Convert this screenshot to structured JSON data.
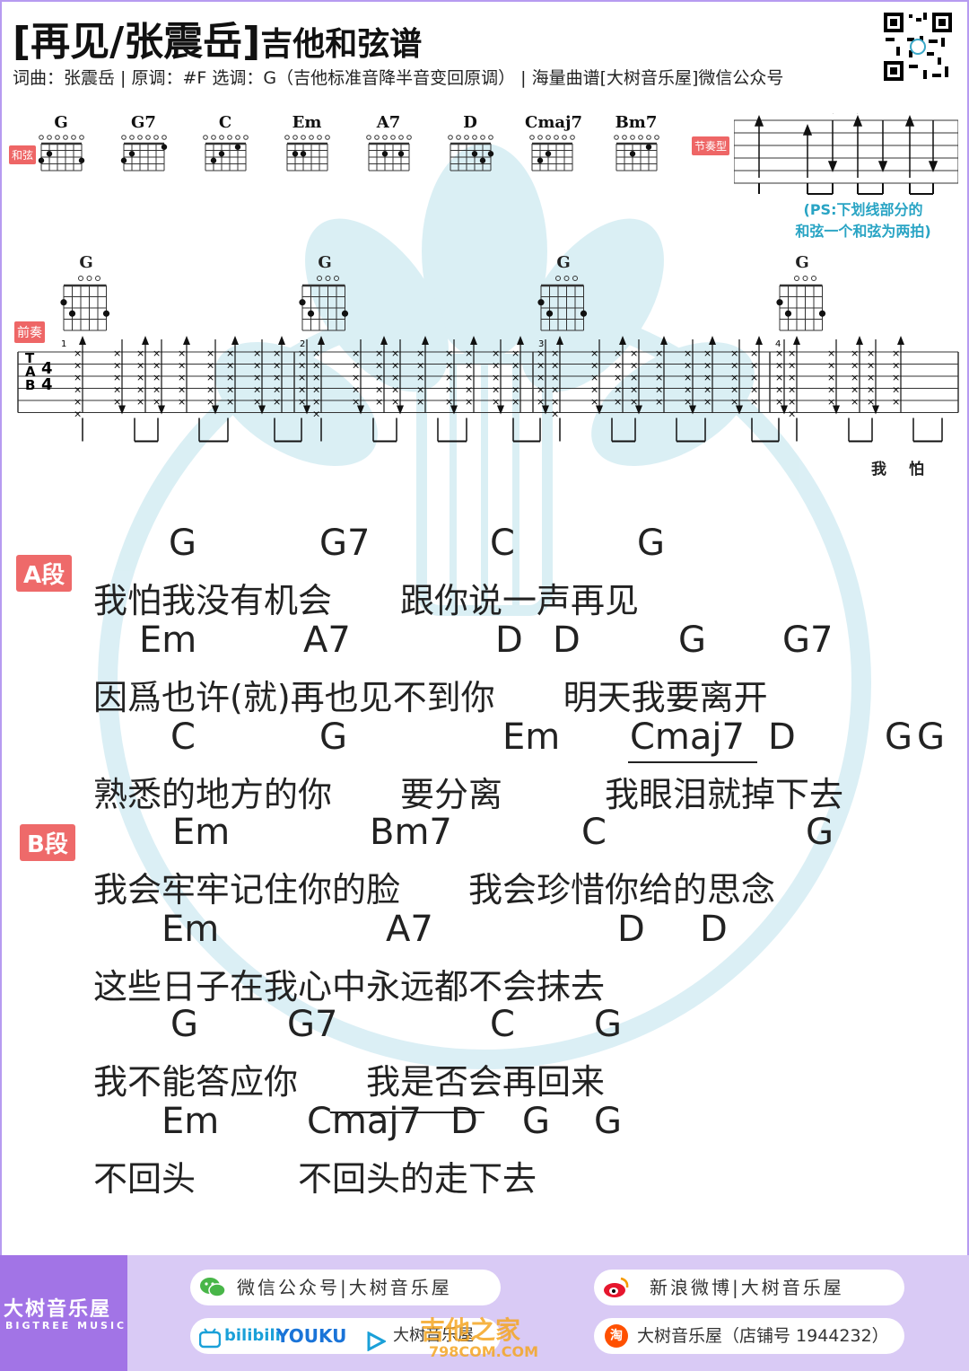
{
  "title": "[再见/张震岳]",
  "title_suffix": "吉他和弦谱",
  "credits": "词曲：张震岳 | 原调：#F 选调：G（吉他标准音降半音变回原调） | 海量曲谱[大树音乐屋]微信公众号",
  "labels": {
    "hexian": "和弦",
    "jiezou": "节奏型",
    "qianzou": "前奏",
    "section_a": "A段",
    "section_b": "B段"
  },
  "chords": [
    "G",
    "G7",
    "C",
    "Em",
    "A7",
    "D",
    "Cmaj7",
    "Bm7"
  ],
  "ps_note": [
    "(PS:下划线部分的",
    "和弦一个和弦为两拍)"
  ],
  "intro": {
    "chords": [
      "G",
      "G",
      "G",
      "G"
    ],
    "measures": [
      "1",
      "2",
      "3",
      "4"
    ],
    "lyric": [
      "我",
      "怕"
    ],
    "time_sig": "4/4",
    "tab_label": [
      "T",
      "A",
      "B"
    ]
  },
  "song": [
    {
      "section": "A",
      "chords": [
        "G",
        "G7",
        "C",
        "G"
      ],
      "lyric": "我怕我没有机会　　跟你说一声再见"
    },
    {
      "chords": [
        "Em",
        "A7",
        "D",
        "D",
        "G",
        "G7"
      ],
      "lyric": "因爲也许(就)再也见不到你　　明天我要离开"
    },
    {
      "chords": [
        "C",
        "G",
        "Em",
        "Cmaj7",
        "D",
        "G",
        "G"
      ],
      "lyric": "熟悉的地方的你　　要分离　　　我眼泪就掉下去"
    },
    {
      "section": "B",
      "chords": [
        "Em",
        "Bm7",
        "C",
        "G"
      ],
      "lyric": "我会牢牢记住你的脸　　我会珍惜你给的思念"
    },
    {
      "chords": [
        "Em",
        "A7",
        "D",
        "D"
      ],
      "lyric": "这些日子在我心中永远都不会抹去"
    },
    {
      "chords": [
        "G",
        "G7",
        "C",
        "G"
      ],
      "lyric": "我不能答应你　　我是否会再回来"
    },
    {
      "chords": [
        "Em",
        "Cmaj7",
        "D",
        "G",
        "G"
      ],
      "lyric": "不回头　　　不回头的走下去"
    }
  ],
  "footer": {
    "brand_cn": "大树音乐屋",
    "brand_en": "BIGTREE MUSIC",
    "wechat": "微信公众号|大树音乐屋",
    "weibo": "新浪微博|大树音乐屋",
    "bilibili": "bilibili",
    "youku": "YOUKU",
    "video_name": "大树音乐屋",
    "shop": "大树音乐屋（店铺号 1944232）",
    "watermark_site": "吉他之家",
    "watermark_url": "798COM.COM"
  },
  "colors": {
    "accent": "#ee6a6a",
    "purple": "#a274e6",
    "teal": "#29a4c4"
  }
}
